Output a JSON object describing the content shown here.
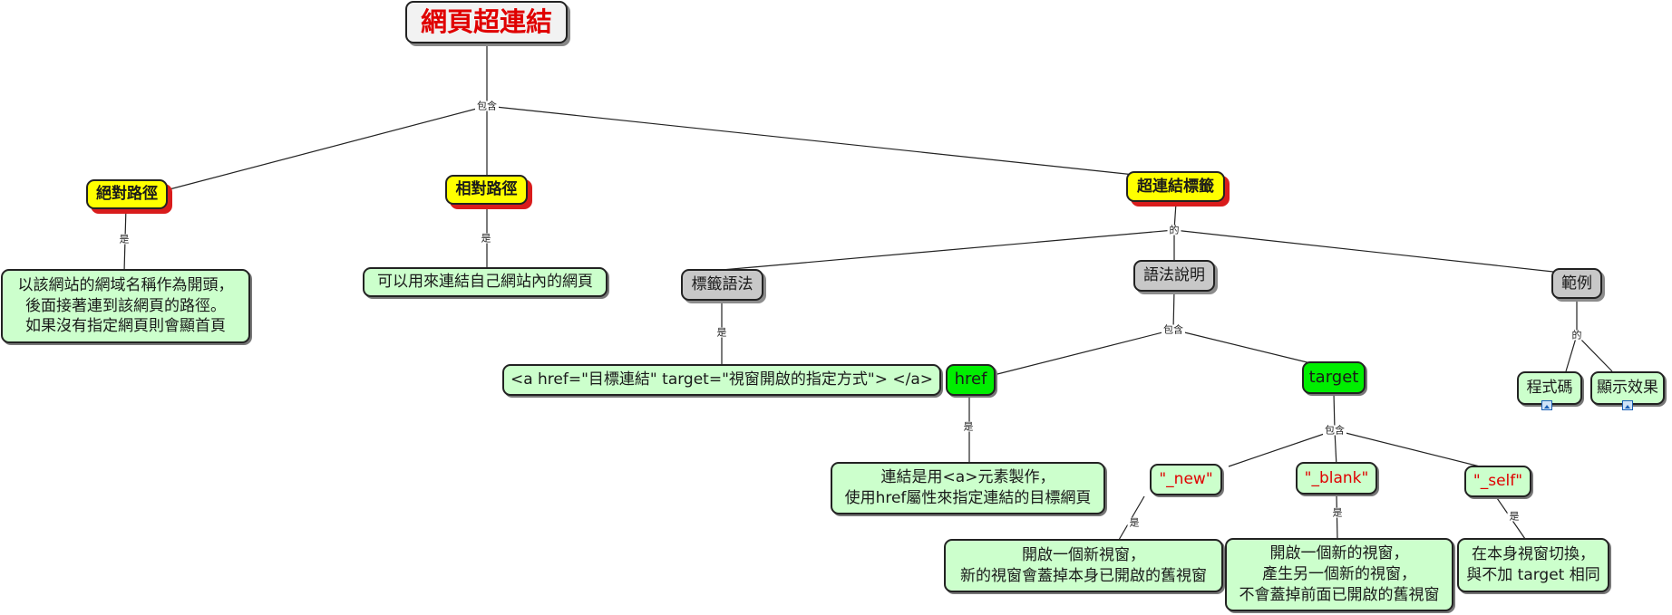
{
  "title": "網頁超連結",
  "nodes": {
    "absolute_path": "絕對路徑",
    "relative_path": "相對路徑",
    "hyperlink_tag": "超連結標籤",
    "absolute_desc": [
      "以該網站的網域名稱作為開頭，",
      "後面接著連到該網頁的路徑。",
      "如果沒有指定網頁則會顯首頁"
    ],
    "relative_desc": "可以用來連結自己網站內的網頁",
    "tag_syntax": "標籤語法",
    "syntax_desc": "語法說明",
    "example": "範例",
    "syntax_code": "<a href=\"目標連結\" target=\"視窗開啟的指定方式\"> </a>",
    "href": "href",
    "target": "target",
    "code": "程式碼",
    "display_effect": "顯示效果",
    "href_desc": [
      "連結是用<a>元素製作，",
      "使用href屬性來指定連結的目標網頁"
    ],
    "new": "\"_new\"",
    "blank": "\"_blank\"",
    "self": "\"_self\"",
    "new_desc": [
      "開啟一個新視窗，",
      "新的視窗會蓋掉本身已開啟的舊視窗"
    ],
    "blank_desc": [
      "開啟一個新的視窗，",
      "產生另一個新的視窗，",
      "不會蓋掉前面已開啟的舊視窗"
    ],
    "self_desc": [
      "在本身視窗切換，",
      "與不加 target 相同"
    ]
  },
  "links": {
    "contains_1": "包含",
    "is_abs": "是",
    "is_rel": "是",
    "of_tag": "的",
    "is_syntax": "是",
    "contains_2": "包含",
    "is_href": "是",
    "contains_3": "包含",
    "is_new": "是",
    "is_blank": "是",
    "is_self": "是",
    "of_example": "的"
  },
  "colors": {
    "title_text": "#e00000",
    "category_fill": "#ffff00",
    "category_shadow": "#d91c1c",
    "sub_fill": "#c8c8c8",
    "desc_fill": "#ccffcc",
    "attr_fill": "#00ee00",
    "value_text": "#e00000"
  },
  "icons": [
    "image-icon",
    "image-icon"
  ]
}
